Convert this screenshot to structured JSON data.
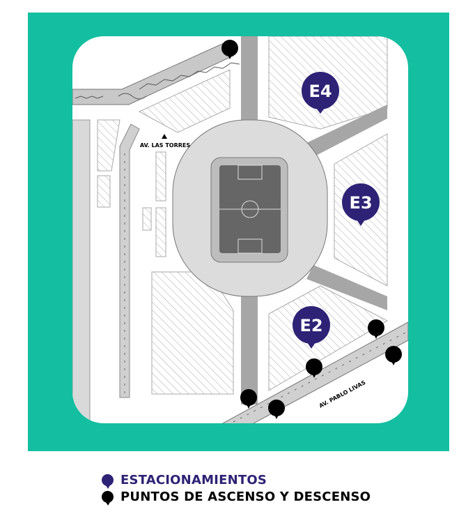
{
  "colors": {
    "background": "#13bfa0",
    "parking": "#2d2275",
    "dropoff": "#000000",
    "road": "#bdbdbd",
    "field": "#666666"
  },
  "map": {
    "streets": {
      "las_torres": "AV. LAS TORRES",
      "pablo_livas": "AV. PABLO LIVAS"
    },
    "parking_lots": [
      {
        "label": "E4"
      },
      {
        "label": "E3"
      },
      {
        "label": "E2"
      }
    ],
    "dropoff_points_count": 6
  },
  "legend": {
    "parking": "ESTACIONAMIENTOS",
    "dropoff": "PUNTOS DE ASCENSO Y DESCENSO"
  }
}
